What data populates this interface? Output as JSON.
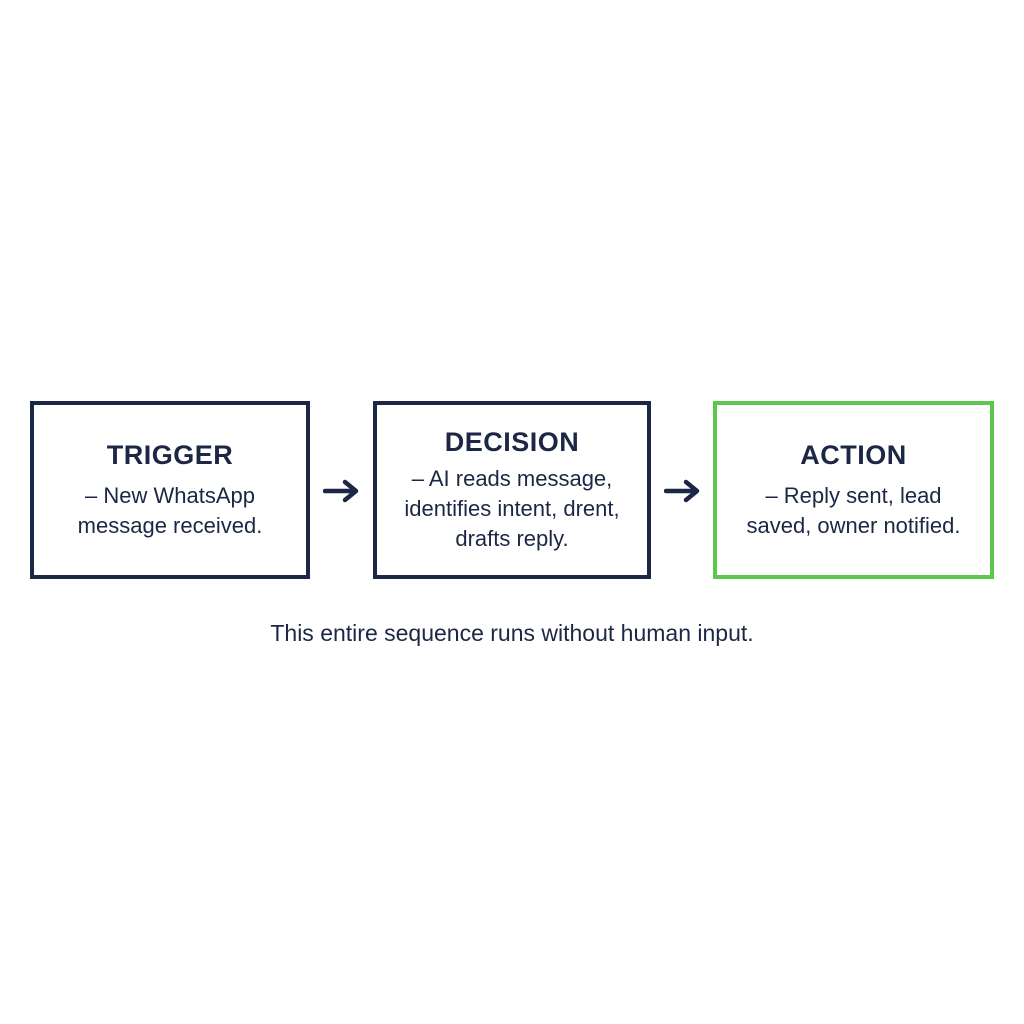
{
  "diagram": {
    "steps": [
      {
        "title": "TRIGGER",
        "lines": [
          "– New WhatsApp",
          "message received."
        ],
        "border_color": "#1b2744"
      },
      {
        "title": "DECISION",
        "lines": [
          "– AI reads message,",
          "identifies intent, drent,",
          "drafts reply."
        ],
        "border_color": "#1b2744"
      },
      {
        "title": "ACTION",
        "lines": [
          "– Reply sent, lead",
          "saved, owner notified."
        ],
        "border_color": "#5cc74c"
      }
    ],
    "connectors": [
      "arrow-right",
      "arrow-right"
    ],
    "caption": "This entire sequence runs without human input."
  },
  "colors": {
    "primary": "#1b2744",
    "accent": "#5cc74c",
    "background": "#ffffff"
  }
}
